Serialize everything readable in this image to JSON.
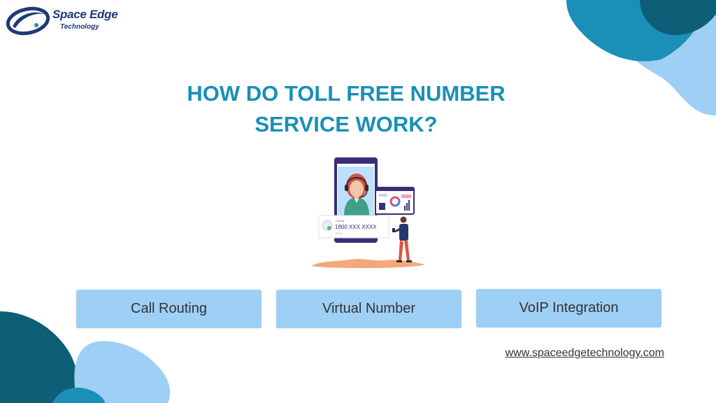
{
  "brand": {
    "name": "Space Edge",
    "tagline": "Technology",
    "logo_icon": "swirl-logo-icon",
    "color": "#1d3a78"
  },
  "slide": {
    "title_line1": "HOW DO TOLL FREE NUMBER",
    "title_line2": "SERVICE WORK?",
    "title_color": "#1a8fb8"
  },
  "illustration": {
    "calling_label": "Calling",
    "phone_number": "1800 XXX XXXX",
    "call_timer": "00:15",
    "icons": [
      "phone-icon",
      "headset-agent-icon",
      "dashboard-icon",
      "person-with-phone-icon"
    ]
  },
  "services": [
    {
      "label": "Call Routing"
    },
    {
      "label": "Virtual Number"
    },
    {
      "label": "VoIP Integration"
    }
  ],
  "footer": {
    "website": "www.spaceedgetechnology.com"
  },
  "colors": {
    "card_bg": "#9ecff5",
    "accent_dark": "#0e5e78",
    "accent_mid": "#1a8fb8",
    "accent_light": "#9ecff5"
  }
}
